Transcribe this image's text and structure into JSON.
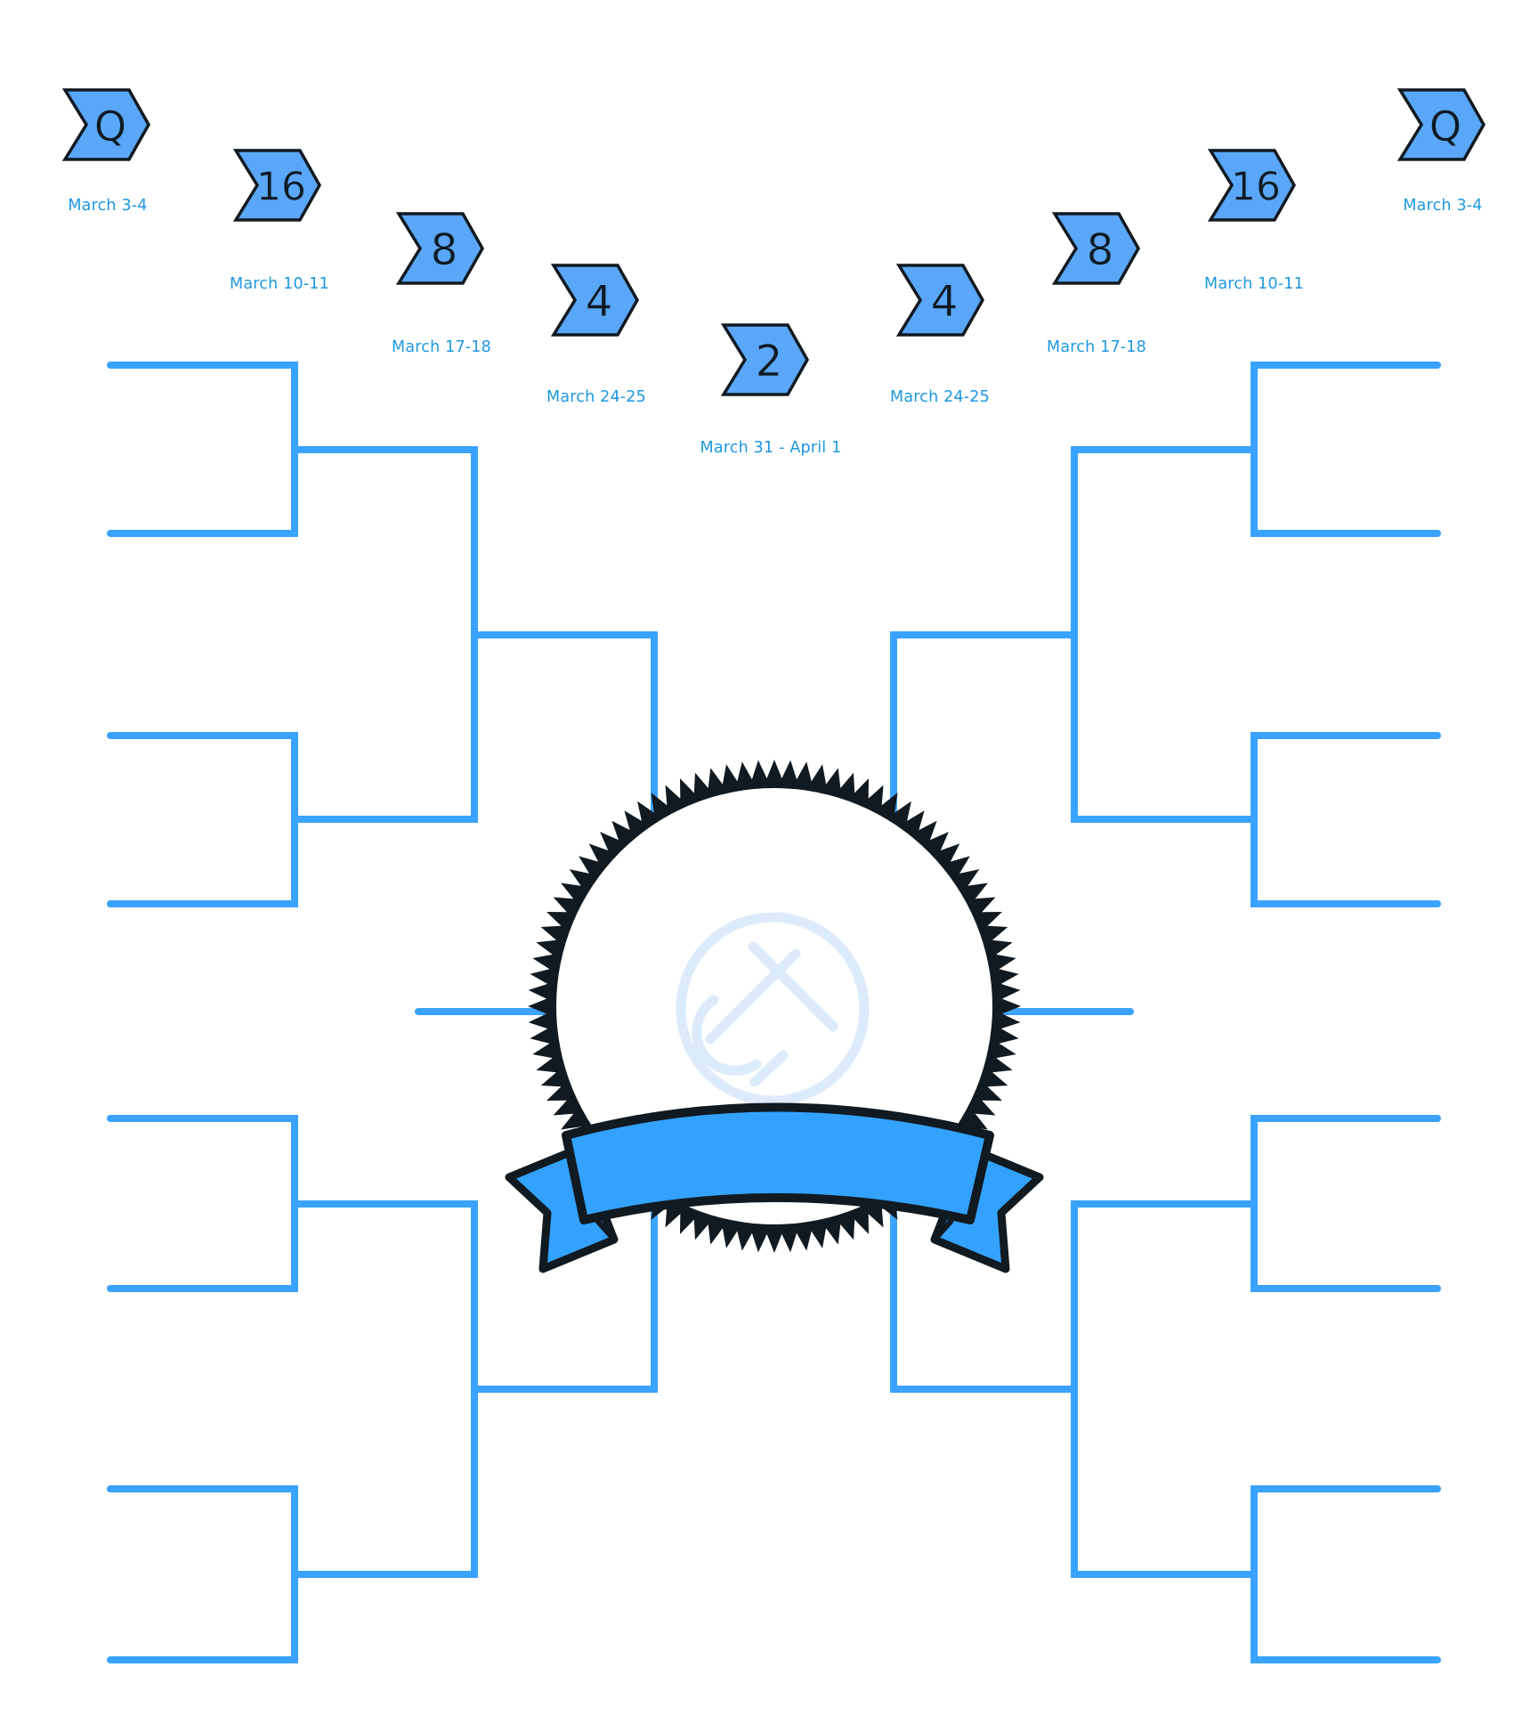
{
  "colors": {
    "line": "#3aa2ff",
    "badge_fill": "#5aa7f9",
    "outline": "#111a20",
    "ribbon": "#33a2ff",
    "date_text": "#1d97e0",
    "logo": "#dcebfb"
  },
  "rounds": {
    "left": [
      {
        "label": "Q",
        "date": "March 3-4"
      },
      {
        "label": "16",
        "date": "March 10-11"
      },
      {
        "label": "8",
        "date": "March 17-18"
      },
      {
        "label": "4",
        "date": "March 24-25"
      }
    ],
    "final": {
      "label": "2",
      "date": "March 31 - April 1"
    },
    "right": [
      {
        "label": "4",
        "date": "March 24-25"
      },
      {
        "label": "8",
        "date": "March 17-18"
      },
      {
        "label": "16",
        "date": "March 10-11"
      },
      {
        "label": "Q",
        "date": "March 3-4"
      }
    ]
  },
  "emblem": {
    "icon": "crossed-logo-icon",
    "ribbon_text": ""
  }
}
